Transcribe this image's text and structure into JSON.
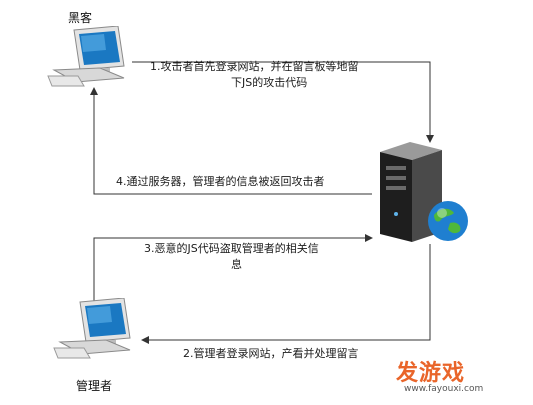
{
  "nodes": {
    "hacker": {
      "label": "黑客"
    },
    "admin": {
      "label": "管理者"
    }
  },
  "steps": [
    {
      "line1": "1.攻击者首先登录网站，并在留言板等地留",
      "line2": "下JS的攻击代码"
    },
    {
      "line1": "2.管理者登录网站，产看并处理留言"
    },
    {
      "line1": "3.恶意的JS代码盗取管理者的相关信",
      "line2": "息"
    },
    {
      "line1": "4.通过服务器，管理者的信息被返回攻击者"
    }
  ],
  "watermark": {
    "brand": "发游戏",
    "url": "www.fayouxi.com"
  },
  "colors": {
    "line": "#333333",
    "screen": "#1a78c2",
    "server": "#2a2a2a",
    "brand": "#e85a1a"
  }
}
